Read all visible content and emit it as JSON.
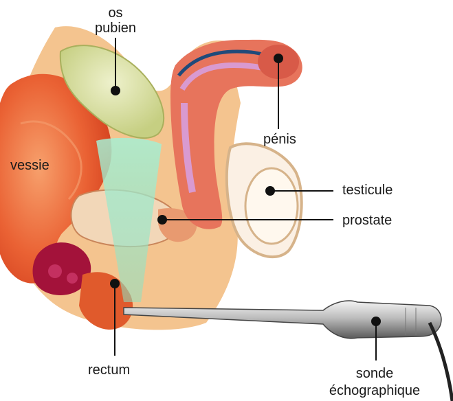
{
  "labels": {
    "os_pubien": "os\npubien",
    "vessie": "vessie",
    "penis": "pénis",
    "testicule": "testicule",
    "prostate": "prostate",
    "rectum": "rectum",
    "sonde": "sonde\néchographique"
  },
  "colors": {
    "bladder": "#e8552b",
    "pubic_bone": "#d9e0a6",
    "penis_tissue": "#e7745c",
    "urethra": "#d99ad0",
    "testicle_outline": "#d6b38a",
    "rectum_dark": "#a3123a",
    "ultrasound_beam": "#9fe6c8",
    "probe": "#6a6a6a"
  }
}
